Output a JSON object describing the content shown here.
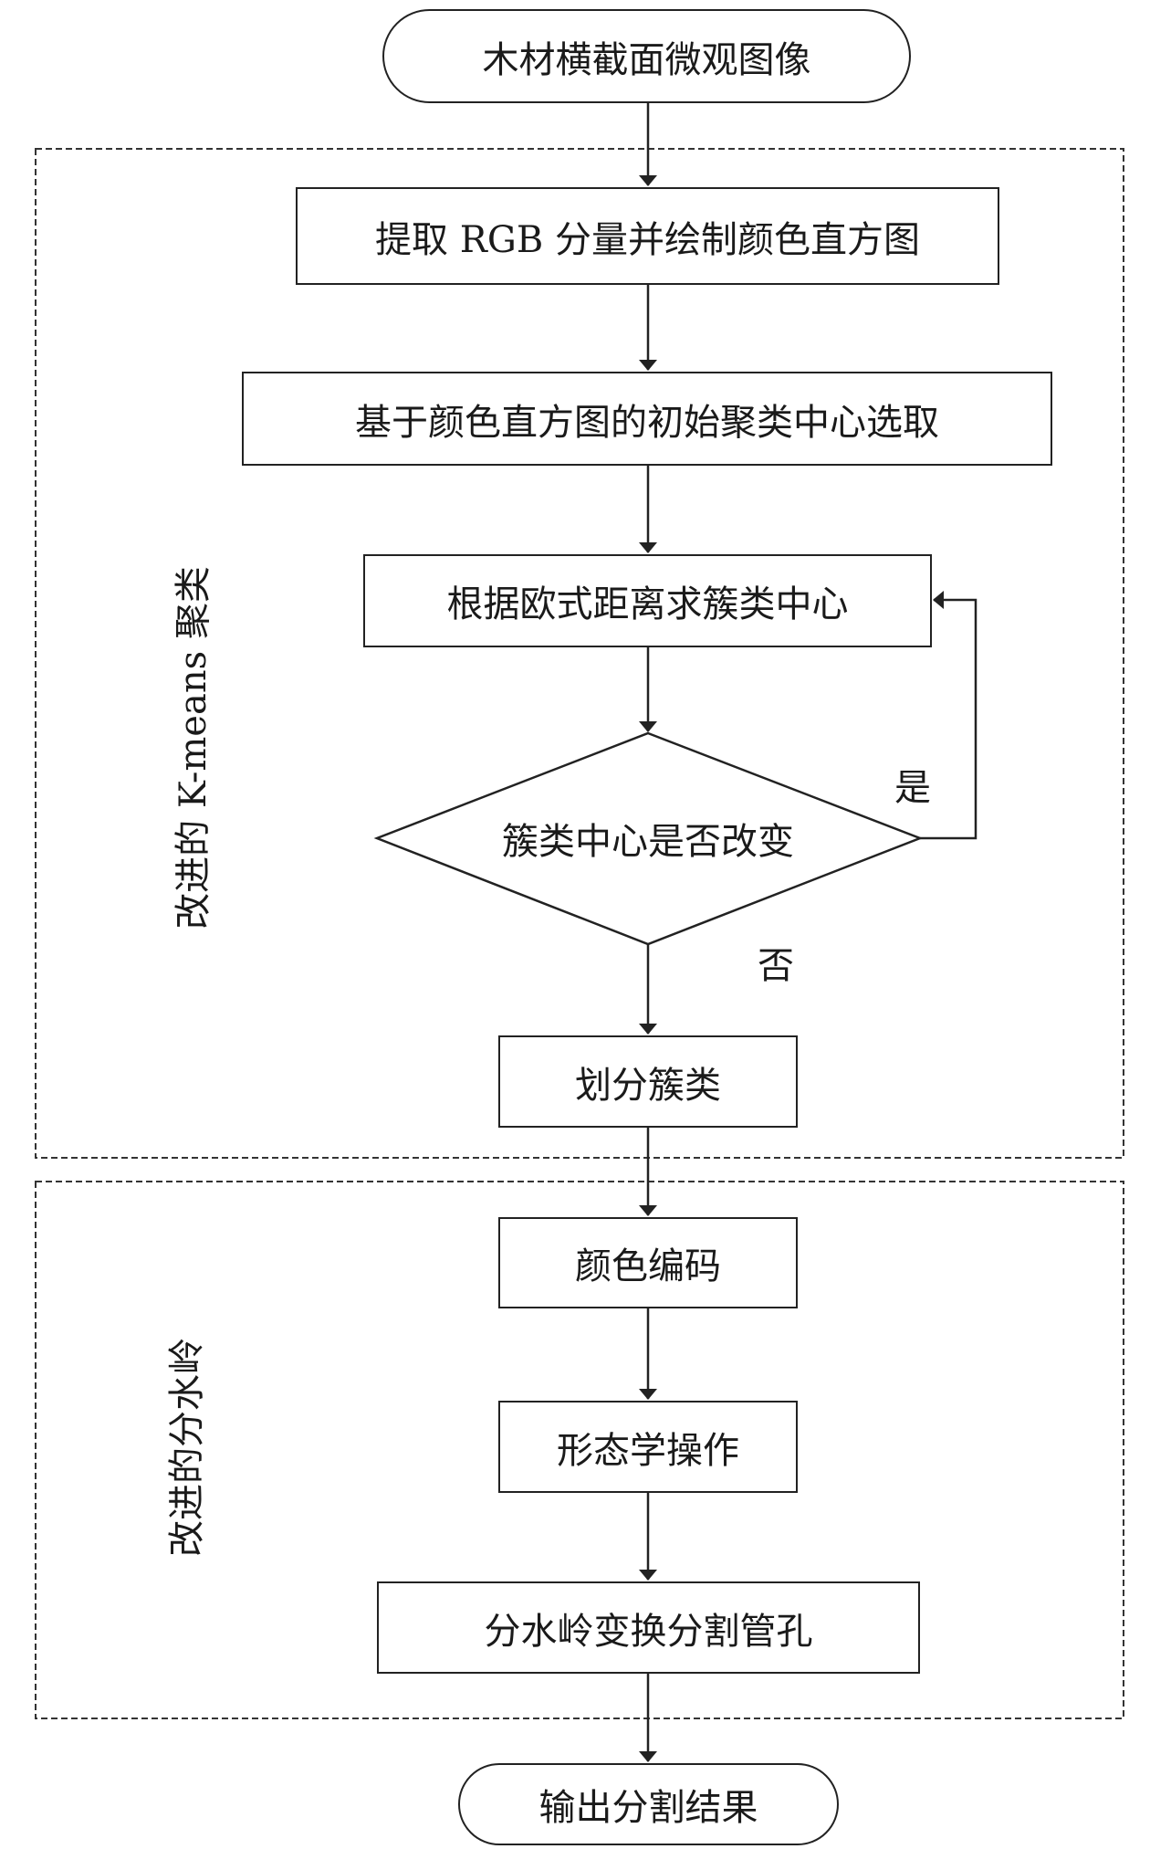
{
  "start": "木材横截面微观图像",
  "groups": [
    {
      "label": "改进的 K-means 聚类"
    },
    {
      "label": "改进的分水岭"
    }
  ],
  "steps": [
    "提取 RGB 分量并绘制颜色直方图",
    "基于颜色直方图的初始聚类中心选取",
    "根据欧式距离求簇类中心",
    "划分簇类",
    "颜色编码",
    "形态学操作",
    "分水岭变换分割管孔"
  ],
  "decision": {
    "text": "簇类中心是否改变",
    "yes": "是",
    "no": "否"
  },
  "end": "输出分割结果"
}
